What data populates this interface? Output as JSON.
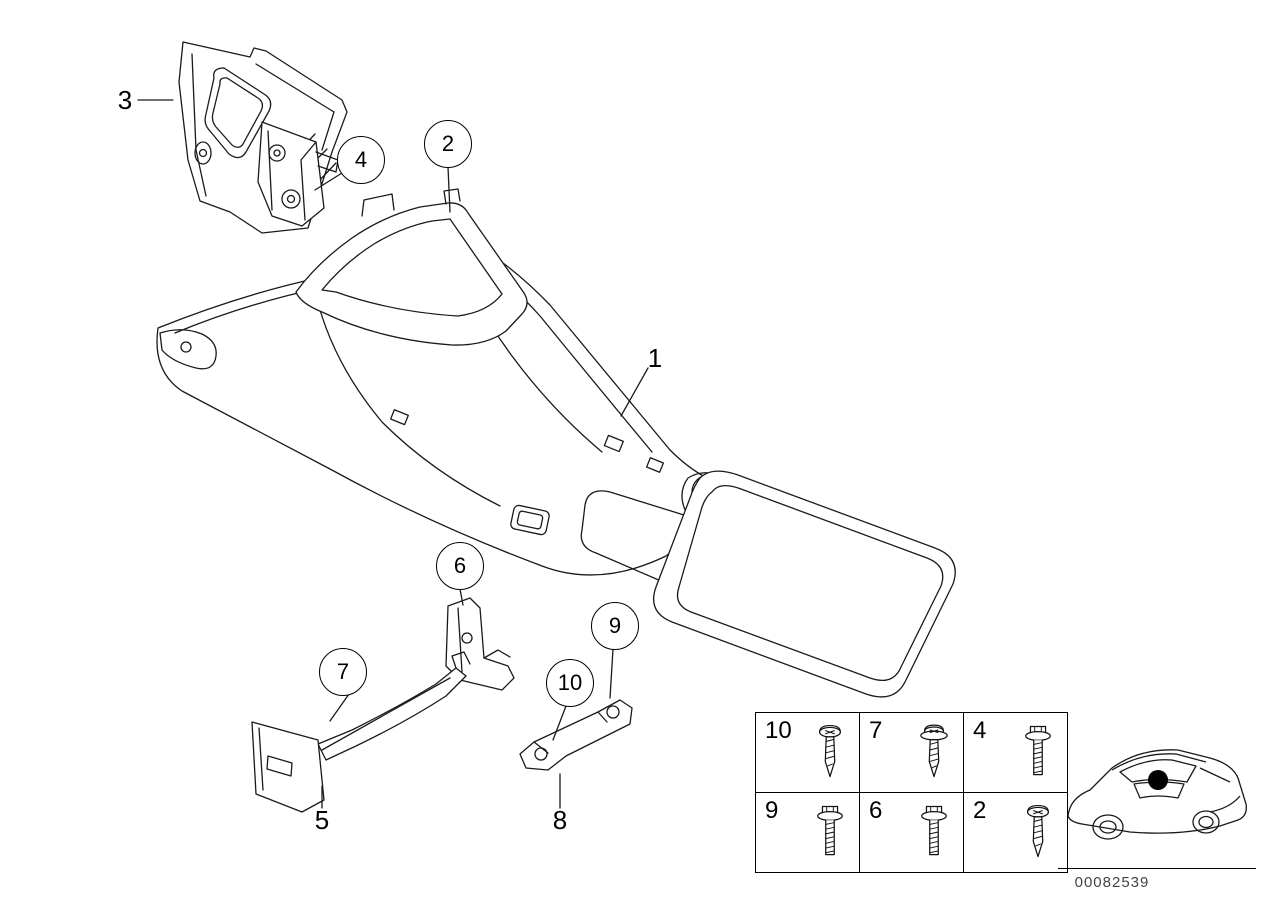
{
  "part_number": "00082539",
  "callouts": [
    {
      "label": "1",
      "style": "plain"
    },
    {
      "label": "2",
      "style": "circled"
    },
    {
      "label": "3",
      "style": "plain"
    },
    {
      "label": "4",
      "style": "circled"
    },
    {
      "label": "5",
      "style": "plain"
    },
    {
      "label": "6",
      "style": "circled"
    },
    {
      "label": "7",
      "style": "circled"
    },
    {
      "label": "8",
      "style": "plain"
    },
    {
      "label": "9",
      "style": "circled"
    },
    {
      "label": "10",
      "style": "circled"
    }
  ],
  "fastener_table": {
    "rows": [
      [
        {
          "label": "10",
          "icon": "pan-head-screw"
        },
        {
          "label": "7",
          "icon": "washer-head-screw"
        },
        {
          "label": "4",
          "icon": "hex-flange-bolt"
        }
      ],
      [
        {
          "label": "9",
          "icon": "hex-flange-bolt"
        },
        {
          "label": "6",
          "icon": "hex-flange-bolt"
        },
        {
          "label": "2",
          "icon": "pan-head-screw"
        }
      ]
    ]
  },
  "car_thumbnail": {
    "icon": "car-rear-three-quarter-view",
    "marker": "location-dot"
  },
  "colors": {
    "line": "#1a1a1a",
    "background": "#ffffff"
  }
}
